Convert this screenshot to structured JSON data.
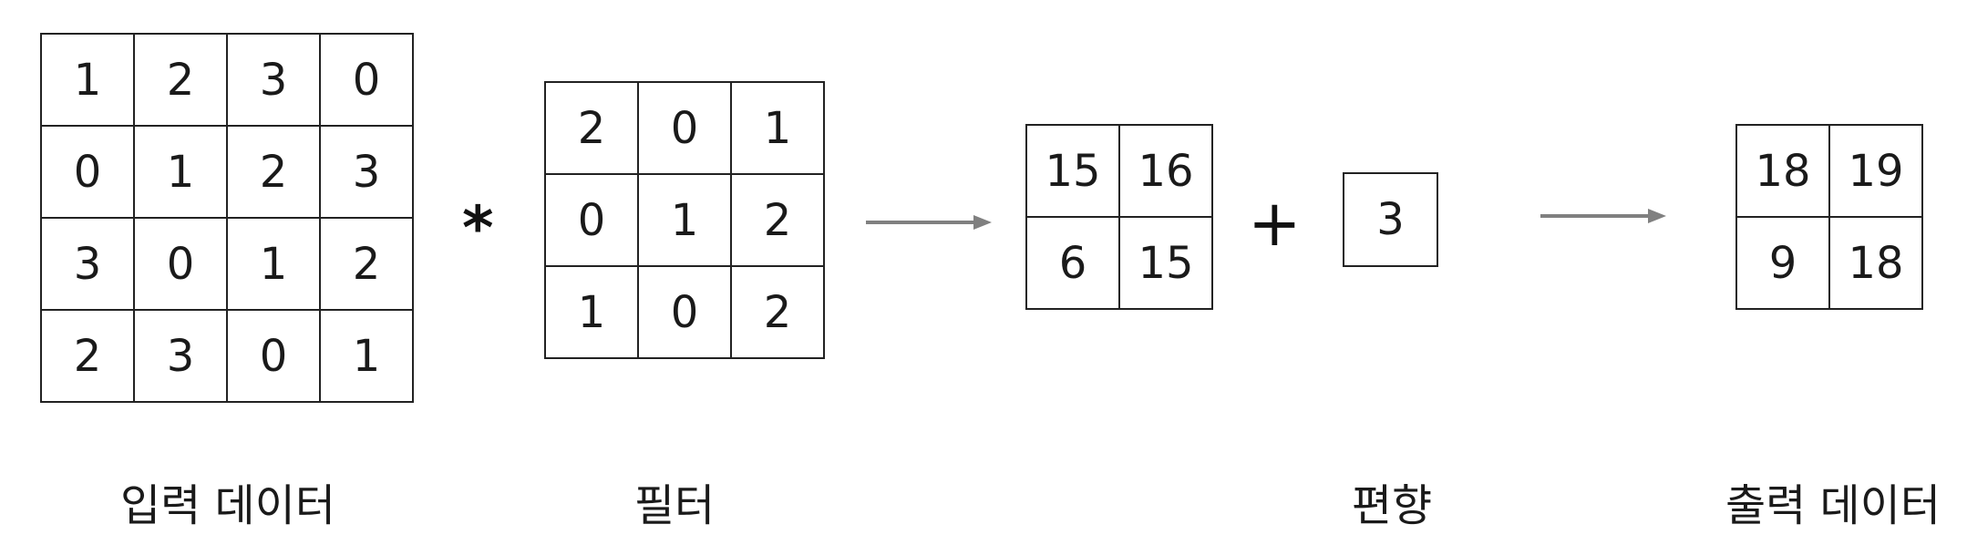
{
  "input_matrix": [
    [
      "1",
      "2",
      "3",
      "0"
    ],
    [
      "0",
      "1",
      "2",
      "3"
    ],
    [
      "3",
      "0",
      "1",
      "2"
    ],
    [
      "2",
      "3",
      "0",
      "1"
    ]
  ],
  "filter_matrix": [
    [
      "2",
      "0",
      "1"
    ],
    [
      "0",
      "1",
      "2"
    ],
    [
      "1",
      "0",
      "2"
    ]
  ],
  "conv_result_matrix": [
    [
      "15",
      "16"
    ],
    [
      "6",
      "15"
    ]
  ],
  "bias_value": "3",
  "output_matrix": [
    [
      "18",
      "19"
    ],
    [
      "9",
      "18"
    ]
  ],
  "operators": {
    "convolution": "*",
    "addition": "+"
  },
  "captions": {
    "input": "입력 데이터",
    "filter": "필터",
    "bias": "편향",
    "output": "출력 데이터"
  },
  "colors": {
    "grid_border": "#222222",
    "arrow": "#808080",
    "text": "#1a1a1a"
  }
}
